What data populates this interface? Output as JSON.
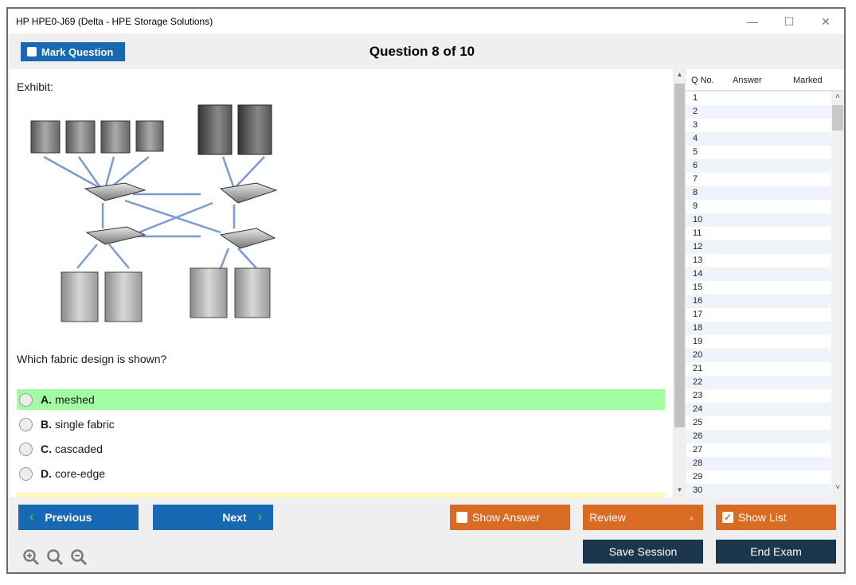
{
  "window": {
    "title": "HP HPE0-J69 (Delta - HPE Storage Solutions)",
    "controls": {
      "minimize": "—",
      "maximize": "☐",
      "close": "✕"
    }
  },
  "toolbar": {
    "mark_question_label": "Mark Question",
    "question_counter": "Question 8 of 10"
  },
  "content": {
    "exhibit_label": "Exhibit:",
    "question_text": "Which fabric design is shown?",
    "options": [
      {
        "letter": "A.",
        "text": "meshed",
        "highlight": true
      },
      {
        "letter": "B.",
        "text": "single fabric",
        "highlight": false
      },
      {
        "letter": "C.",
        "text": "cascaded",
        "highlight": false
      },
      {
        "letter": "D.",
        "text": "core-edge",
        "highlight": false
      }
    ]
  },
  "question_list": {
    "headers": {
      "qno": "Q No.",
      "answer": "Answer",
      "marked": "Marked"
    },
    "rows": [
      "1",
      "2",
      "3",
      "4",
      "5",
      "6",
      "7",
      "8",
      "9",
      "10",
      "11",
      "12",
      "13",
      "14",
      "15",
      "16",
      "17",
      "18",
      "19",
      "20",
      "21",
      "22",
      "23",
      "24",
      "25",
      "26",
      "27",
      "28",
      "29",
      "30"
    ]
  },
  "footer": {
    "previous_label": "Previous",
    "next_label": "Next",
    "show_answer_label": "Show Answer",
    "show_answer_checked": false,
    "review_label": "Review",
    "show_list_label": "Show List",
    "show_list_checked": true,
    "save_session_label": "Save Session",
    "end_exam_label": "End Exam"
  },
  "colors": {
    "primary_blue": "#1769b3",
    "orange": "#d96b22",
    "dark_navy": "#1c364d",
    "correct_green": "#a3fda1",
    "chevron_green": "#3ec43e",
    "note_yellow": "#fdf6b8"
  }
}
